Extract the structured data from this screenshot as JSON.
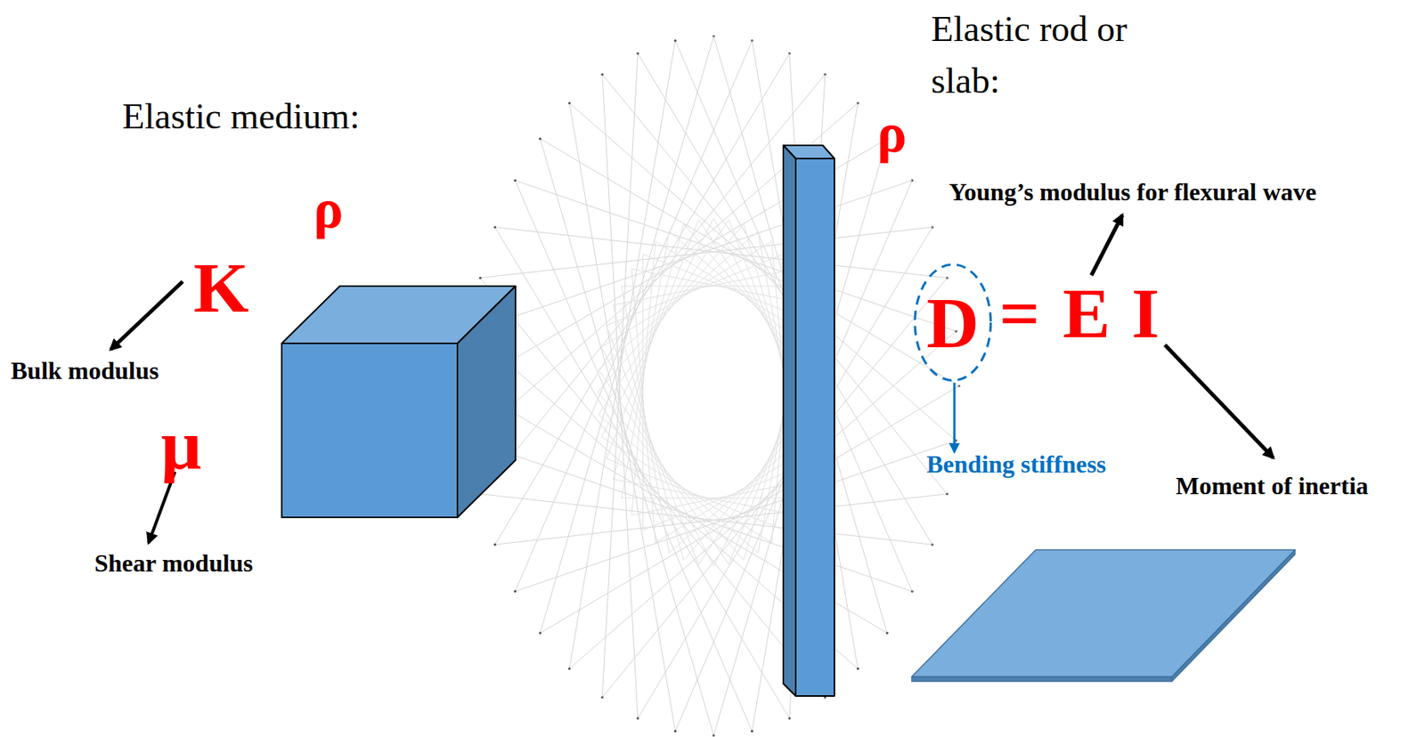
{
  "diagram": {
    "nodes": [
      {
        "text": [
          "D"
        ]
      }
    ],
    "labels": [
      "Elastic medium:",
      "ρ",
      "K",
      "Bulk modulus",
      "μ",
      "Shear modulus",
      "Elastic rod or slab:",
      "ρ",
      "Young’s modulus for flexural wave",
      "=",
      "E",
      "I",
      "Bending stiffness",
      "Moment of inertia"
    ]
  }
}
